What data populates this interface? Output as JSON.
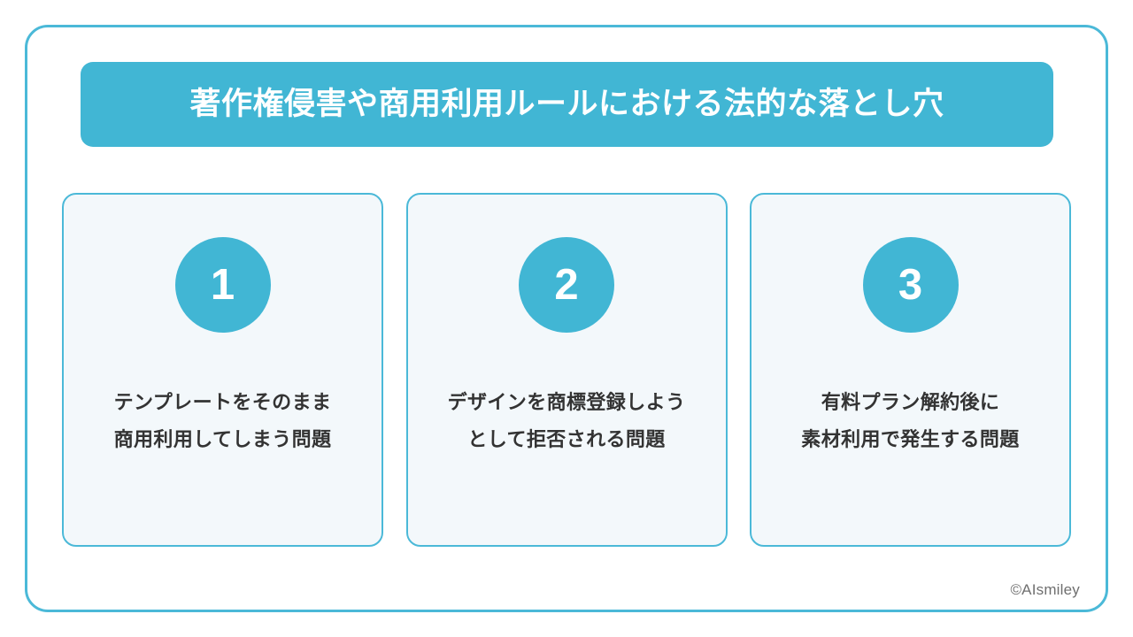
{
  "slide": {
    "title": "著作権侵害や商用利用ルールにおける法的な落とし穴",
    "credit": "©AIsmiley",
    "colors": {
      "accent": "#41B6D4",
      "frame_border": "#4BB9D8",
      "card_background": "#F3F8FB",
      "card_border": "#4BB9D8",
      "title_text": "#FFFFFF",
      "body_text": "#333333",
      "credit_text": "#6F6F6F",
      "page_background": "#FFFFFF"
    }
  },
  "cards": [
    {
      "number": "1",
      "line1": "テンプレートをそのまま",
      "line2": "商用利用してしまう問題"
    },
    {
      "number": "2",
      "line1": "デザインを商標登録しよう",
      "line2": "として拒否される問題"
    },
    {
      "number": "3",
      "line1": "有料プラン解約後に",
      "line2": "素材利用で発生する問題"
    }
  ]
}
